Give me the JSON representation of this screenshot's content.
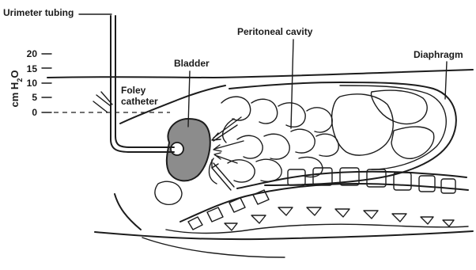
{
  "labels": {
    "urimeter_tubing": "Urimeter tubing",
    "peritoneal_cavity": "Peritoneal cavity",
    "diaphragm": "Diaphragm",
    "bladder": "Bladder",
    "foley_line1": "Foley",
    "foley_line2": "catheter"
  },
  "scale": {
    "unit": "cm H2O",
    "ticks": [
      "20",
      "15",
      "10",
      "5",
      "0"
    ]
  },
  "colors": {
    "ink": "#1c1c1c",
    "bladder_fill": "#8c8c8c",
    "background": "#ffffff"
  }
}
